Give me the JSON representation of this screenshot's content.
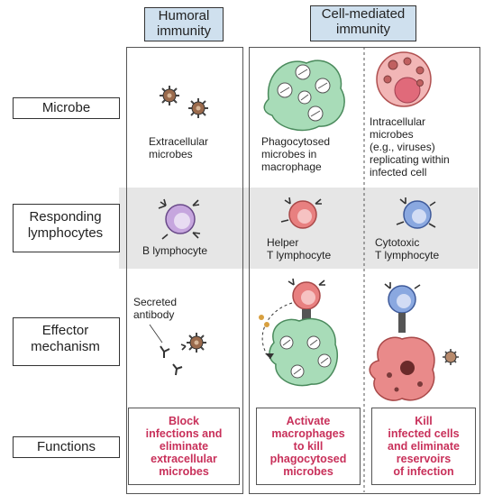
{
  "columns": {
    "humoral": "Humoral\nimmunity",
    "cell_mediated": "Cell-mediated\nimmunity"
  },
  "rows": {
    "microbe": "Microbe",
    "responding": "Responding\nlymphocytes",
    "effector": "Effector\nmechanism",
    "functions": "Functions"
  },
  "captions": {
    "extracellular": "Extracellular\nmicrobes",
    "phagocytosed": "Phagocytosed\nmicrobes in\nmacrophage",
    "intracellular": "Intracellular\nmicrobes\n(e.g., viruses)\nreplicating within\ninfected cell",
    "b_lymphocyte": "B lymphocyte",
    "helper": "Helper\nT lymphocyte",
    "cytotoxic": "Cytotoxic\nT lymphocyte",
    "secreted_antibody": "Secreted\nantibody"
  },
  "functions": {
    "humoral": "Block\ninfections and\neliminate\nextracellular\nmicrobes",
    "macrophage": "Activate\nmacrophages\nto kill\nphagocytosed\nmicrobes",
    "cytotoxic": "Kill\ninfected cells\nand eliminate\nreservoirs\nof infection"
  },
  "colors": {
    "header_bg": "#cfe0ee",
    "band_bg": "#e6e6e6",
    "function_text": "#c8305a",
    "macrophage": "#a8dcb8",
    "helper_t": "#e88080",
    "cytotoxic_t": "#8aa8e0",
    "b_cell": "#c6a6de",
    "infected_cell": "#e98a8a"
  }
}
